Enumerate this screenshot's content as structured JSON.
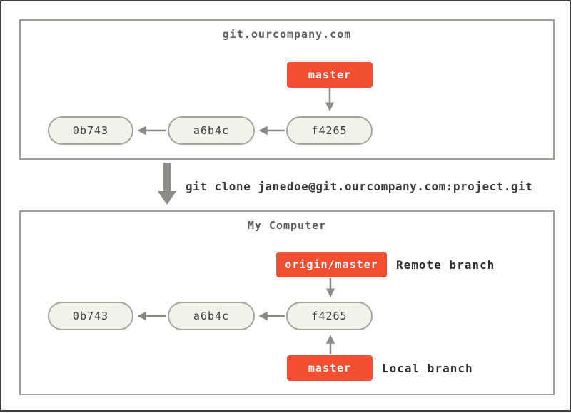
{
  "server": {
    "title": "git.ourcompany.com",
    "branch_label": "master",
    "commits": [
      "0b743",
      "a6b4c",
      "f4265"
    ]
  },
  "clone_arrow": {
    "command": "git clone janedoe@git.ourcompany.com:project.git"
  },
  "local": {
    "title": "My Computer",
    "remote_branch_label": "origin/master",
    "remote_branch_annotation": "Remote branch",
    "local_branch_label": "master",
    "local_branch_annotation": "Local branch",
    "commits": [
      "0b743",
      "a6b4c",
      "f4265"
    ]
  },
  "colors": {
    "branch_bg": "#f14e32",
    "branch_text": "#ffffff",
    "commit_fill": "#f2f1ea",
    "box_border": "#a09f98",
    "arrow_gray": "#8b8a83",
    "title_text": "#5c5c58",
    "dark_text": "#3a3a3c"
  }
}
